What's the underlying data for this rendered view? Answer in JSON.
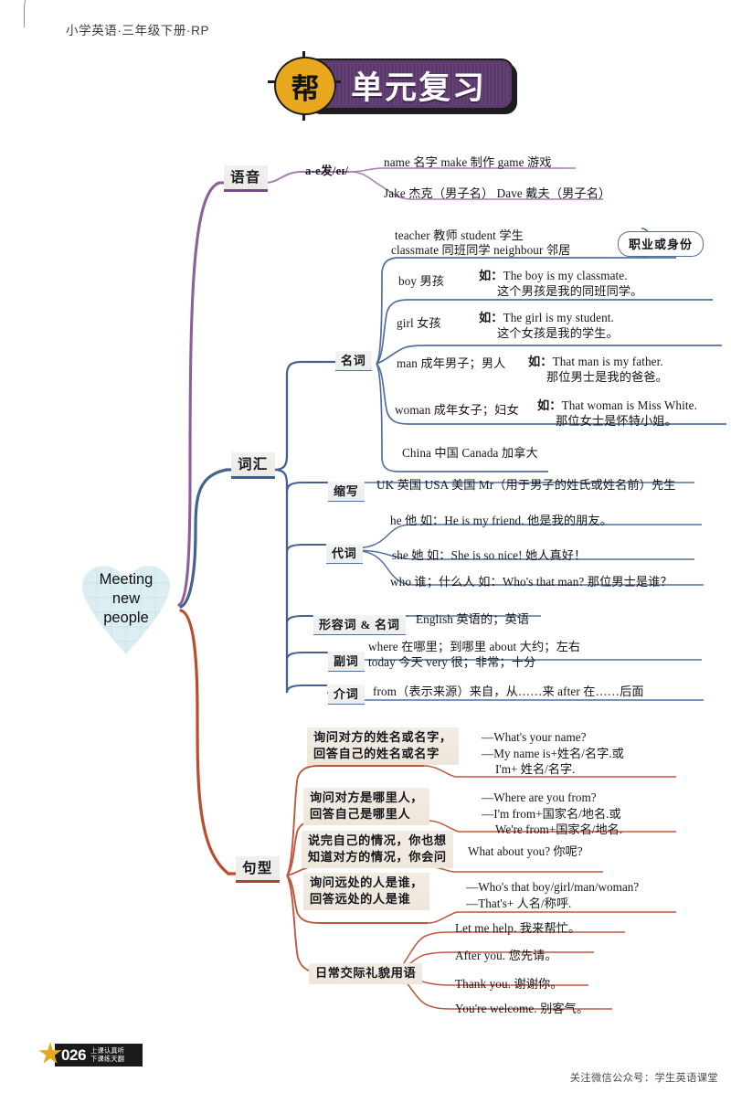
{
  "header": {
    "book_line": "小学英语·三年级下册·RP",
    "badge_char": "帮",
    "title": "单元复习"
  },
  "center": {
    "line1": "Meeting",
    "line2": "new",
    "line3": "people"
  },
  "branches": {
    "phonics": {
      "label": "语音",
      "rule": "a-e发/eɪ/",
      "items": [
        "name 名字   make 制作   game 游戏",
        "Jake 杰克（男子名）   Dave 戴夫（男子名）"
      ]
    },
    "vocabulary": {
      "label": "词汇",
      "noun": {
        "label": "名词",
        "occupation_tag": "职业或身份",
        "occupation_line1": "teacher 教师   student 学生",
        "occupation_line2": "classmate 同班同学   neighbour 邻居",
        "entries": [
          {
            "word": "boy 男孩",
            "eg": "如：",
            "en": "The boy is my classmate.",
            "zh": "这个男孩是我的同班同学。"
          },
          {
            "word": "girl 女孩",
            "eg": "如：",
            "en": "The girl is my student.",
            "zh": "这个女孩是我的学生。"
          },
          {
            "word": "man 成年男子；男人",
            "eg": "如：",
            "en": "That man is my father.",
            "zh": "那位男士是我的爸爸。"
          },
          {
            "word": "woman 成年女子；妇女",
            "eg": "如：",
            "en": "That woman is Miss White.",
            "zh": "那位女士是怀特小姐。"
          }
        ],
        "countries": "China 中国   Canada 加拿大"
      },
      "abbreviation": {
        "label": "缩写",
        "text": "UK 英国   USA 美国   Mr（用于男子的姓氏或姓名前）先生"
      },
      "pronoun": {
        "label": "代词",
        "items": [
          "he 他    如：He is my friend. 他是我的朋友。",
          "she 她    如：She is so nice! 她人真好！",
          "who 谁；什么人    如：Who's that man? 那位男士是谁？"
        ]
      },
      "adj_noun": {
        "label": "形容词 & 名词",
        "text": "English 英语的；英语"
      },
      "adverb": {
        "label": "副词",
        "line1": "where 在哪里；到哪里   about 大约；左右",
        "line2": "today 今天   very 很；非常；十分"
      },
      "preposition": {
        "label": "介词",
        "text": "from（表示来源）来自，从……来   after 在……后面"
      }
    },
    "sentences": {
      "label": "句型",
      "items": [
        {
          "prompt_line1": "询问对方的姓名或名字，",
          "prompt_line2": "回答自己的姓名或名字",
          "answer_line1": "—What's your name?",
          "answer_line2": "—My name is+姓名/名字.或",
          "answer_line3": "I'm+ 姓名/名字."
        },
        {
          "prompt_line1": "询问对方是哪里人，",
          "prompt_line2": "回答自己是哪里人",
          "answer_line1": "—Where are you from?",
          "answer_line2": "—I'm from+国家名/地名.或",
          "answer_line3": "We're from+国家名/地名."
        },
        {
          "prompt_line1": "说完自己的情况，你也想",
          "prompt_line2": "知道对方的情况，你会问",
          "answer_line1": "What about you? 你呢?",
          "answer_line2": "",
          "answer_line3": ""
        },
        {
          "prompt_line1": "询问远处的人是谁，",
          "prompt_line2": "回答远处的人是谁",
          "answer_line1": "—Who's that boy/girl/man/woman?",
          "answer_line2": "—That's+ 人名/称呼.",
          "answer_line3": ""
        }
      ],
      "courtesy": {
        "label": "日常交际礼貌用语",
        "items": [
          "Let me help. 我来帮忙。",
          "After you. 您先请。",
          "Thank you. 谢谢你。",
          "You're welcome. 别客气。"
        ]
      }
    }
  },
  "footer": {
    "page_number": "026",
    "slogan_line1": "上课认真听",
    "slogan_line2": "下课练天翻",
    "wechat": "关注微信公众号：学生英语课堂"
  },
  "colors": {
    "purple_branch": "#8c5f9b",
    "blue_branch": "#44618f",
    "red_branch": "#bd4a2c",
    "title_plate": "#5d3a6e",
    "badge_gold": "#e8a81d",
    "heart_fill": "#dceef2"
  }
}
